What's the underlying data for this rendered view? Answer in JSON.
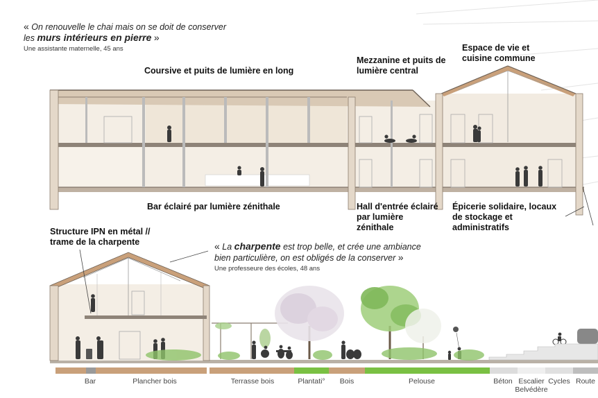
{
  "quote1": {
    "open": "«",
    "line1": "On renouvelle le chai mais on se doit de conserver",
    "line2_pre": "les",
    "line2_bold": "murs intérieurs en pierre",
    "close": "»",
    "author": "Une assistante maternelle, 45 ans"
  },
  "quote2": {
    "open": "«",
    "pre": "La",
    "bold": "charpente",
    "line1_rest": "est trop belle, et crée une ambiance",
    "line2": "bien particulière, on est obligés de la conserver",
    "close": "»",
    "author": "Une professeure des écoles, 48 ans"
  },
  "labels": {
    "coursive": "Coursive et puits de lumière en long",
    "mezzanine": "Mezzanine et puits de lumière central",
    "espace": "Espace de vie et cuisine commune",
    "bar": "Bar éclairé par lumière zénithale",
    "hall": "Hall d'entrée éclairé par lumière zénithale",
    "epicerie": "Épicerie solidaire, locaux de stockage et administratifs",
    "structure": "Structure IPN en métal // trame de la charpente"
  },
  "ground_labels": [
    "Bar",
    "Plancher bois",
    "Terrasse bois",
    "Plantati°",
    "Bois",
    "Pelouse",
    "Béton",
    "Escalier Belvédère",
    "Cycles",
    "Route"
  ],
  "colors": {
    "wood": "#c9a07a",
    "grass": "#7ac043",
    "wall": "#efe7dc",
    "line": "#555555"
  }
}
